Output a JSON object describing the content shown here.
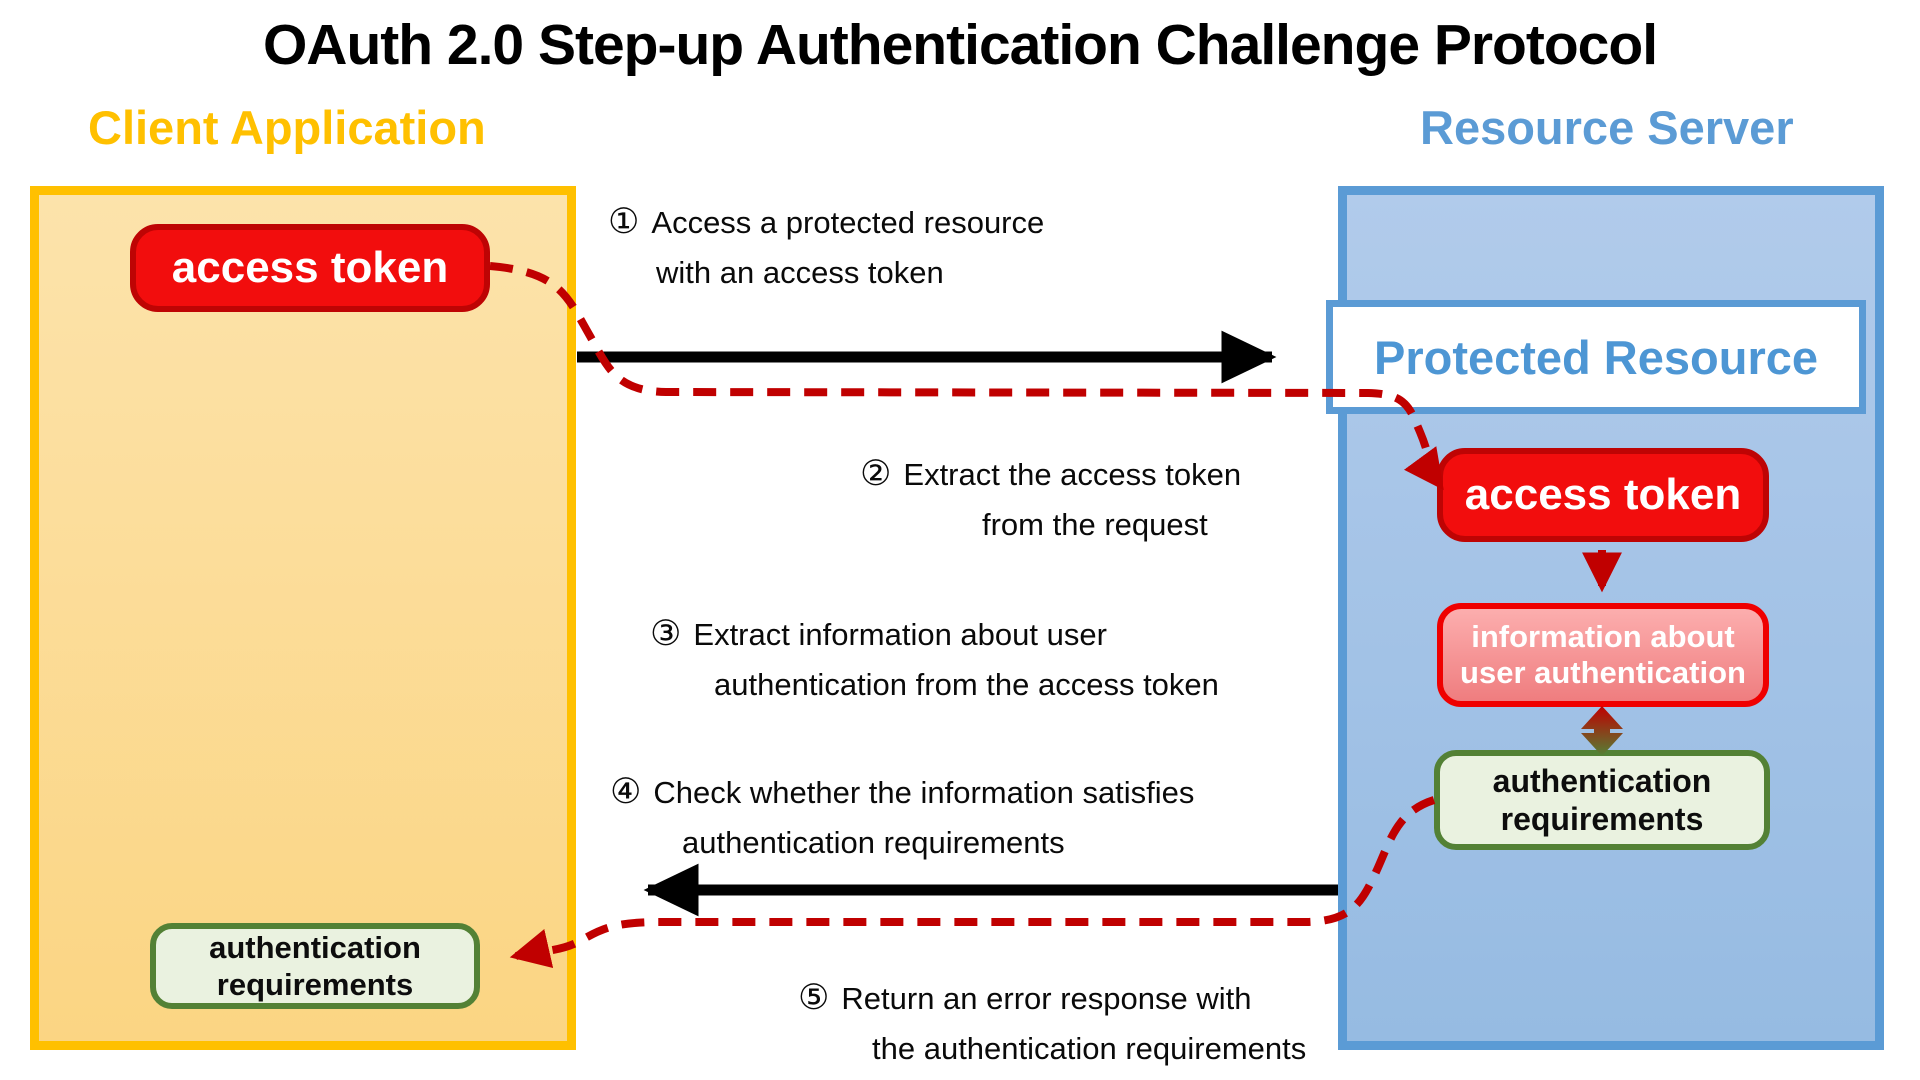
{
  "title": "OAuth 2.0 Step-up Authentication Challenge Protocol",
  "client": {
    "label": "Client Application",
    "access_token_label": "access token",
    "auth_requirements_label": "authentication requirements"
  },
  "resource_server": {
    "label": "Resource Server",
    "protected_resource_label": "Protected Resource",
    "access_token_label": "access token",
    "user_auth_info_label": "information about user authentication",
    "auth_requirements_label": "authentication requirements"
  },
  "steps": [
    {
      "num": "①",
      "line1": "Access a protected resource",
      "line2": "with an access token"
    },
    {
      "num": "②",
      "line1": "Extract the access token",
      "line2": "from the request"
    },
    {
      "num": "③",
      "line1": "Extract information about user",
      "line2": "authentication from the access token"
    },
    {
      "num": "④",
      "line1": "Check whether the information satisfies",
      "line2": "authentication requirements"
    },
    {
      "num": "⑤",
      "line1": "Return an error response with",
      "line2": "the authentication requirements"
    }
  ],
  "colors": {
    "client_accent": "#FFC000",
    "client_fill": "#FBD98F",
    "server_accent": "#5B9BD5",
    "server_fill": "#A3C3E7",
    "token_red": "#F20D0D",
    "token_border": "#BE0404",
    "info_pink": "#F republic08080",
    "info_border": "#EF0000",
    "green_border": "#538135",
    "green_fill": "#EAF2E0",
    "dashed_arrow_red": "#C00000",
    "solid_arrow_black": "#000000"
  }
}
